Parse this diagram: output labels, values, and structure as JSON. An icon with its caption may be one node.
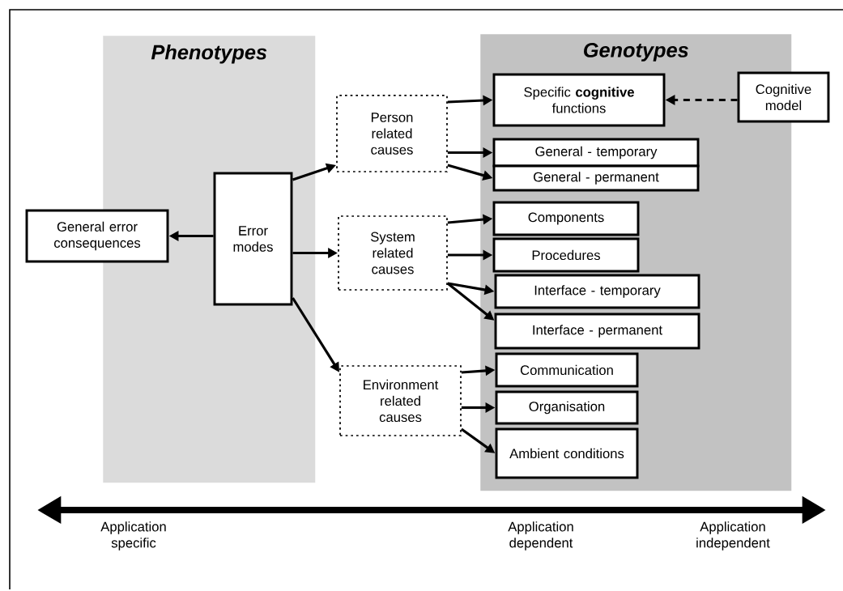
{
  "diagram": {
    "nodes": [
      {
        "text": [
          "Phenotypes"
        ]
      },
      {
        "text": [
          "Genotypes"
        ]
      },
      {
        "text": [
          "General error consequences"
        ]
      },
      {
        "text": [
          "Error modes"
        ],
        "in": 0
      },
      {
        "text": [
          "Person related causes"
        ]
      },
      {
        "text": [
          "System related causes"
        ]
      },
      {
        "text": [
          "Environment related causes"
        ]
      },
      {
        "text": [
          "Specific **cognitive** functions"
        ],
        "in": 1
      },
      {
        "text": [
          "Cognitive model"
        ]
      },
      {
        "text": [
          "General - temporary"
        ],
        "in": 1
      },
      {
        "text": [
          "General - permanent"
        ],
        "in": 1
      },
      {
        "text": [
          "Components"
        ],
        "in": 1
      },
      {
        "text": [
          "Procedures"
        ],
        "in": 1
      },
      {
        "text": [
          "Interface - temporary"
        ],
        "in": 1
      },
      {
        "text": [
          "Interface - permanent"
        ],
        "in": 1
      },
      {
        "text": [
          "Communication"
        ],
        "in": 1
      },
      {
        "text": [
          "Organisation"
        ],
        "in": 1
      },
      {
        "text": [
          "Ambient conditions"
        ],
        "in": 1
      }
    ],
    "edges": [
      {
        "from": 3,
        "to": 2,
        "arrow": "to"
      },
      {
        "from": 3,
        "to": 4,
        "arrow": "to"
      },
      {
        "from": 3,
        "to": 5,
        "arrow": "to"
      },
      {
        "from": 3,
        "to": 6,
        "arrow": "to"
      },
      {
        "from": 4,
        "to": 7,
        "arrow": "to"
      },
      {
        "from": 4,
        "to": 9,
        "arrow": "to"
      },
      {
        "from": 4,
        "to": 10,
        "arrow": "to"
      },
      {
        "from": 5,
        "to": 11,
        "arrow": "to"
      },
      {
        "from": 5,
        "to": 12,
        "arrow": "to"
      },
      {
        "from": 5,
        "to": 13,
        "arrow": "to"
      },
      {
        "from": 5,
        "to": 14,
        "arrow": "to"
      },
      {
        "from": 6,
        "to": 15,
        "arrow": "to"
      },
      {
        "from": 6,
        "to": 16,
        "arrow": "to"
      },
      {
        "from": 6,
        "to": 17,
        "arrow": "to"
      },
      {
        "from": 8,
        "to": 7,
        "arrow": "to",
        "style": "dashed"
      }
    ],
    "labels": [
      "Application specific",
      "Application dependent",
      "Application independent"
    ]
  }
}
